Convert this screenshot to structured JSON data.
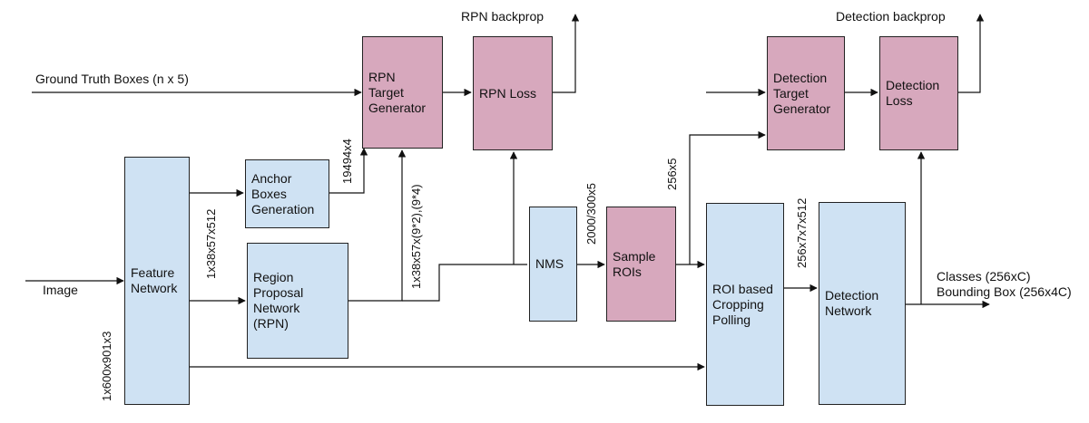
{
  "boxes": {
    "feature_network": {
      "lines": [
        "Feature",
        "Network"
      ],
      "color": "#cfe2f3"
    },
    "anchor_boxes": {
      "lines": [
        "Anchor",
        "Boxes",
        "Generation"
      ],
      "color": "#cfe2f3"
    },
    "rpn": {
      "lines": [
        "Region",
        "Proposal",
        "Network",
        "(RPN)"
      ],
      "color": "#cfe2f3"
    },
    "rpn_target": {
      "lines": [
        "RPN",
        "Target",
        "Generator"
      ],
      "color": "#d7a8bd"
    },
    "rpn_loss": {
      "lines": [
        "RPN Loss"
      ],
      "color": "#d7a8bd"
    },
    "nms": {
      "lines": [
        "NMS"
      ],
      "color": "#cfe2f3"
    },
    "sample_rois": {
      "lines": [
        "Sample",
        "ROIs"
      ],
      "color": "#d7a8bd"
    },
    "roi_pooling": {
      "lines": [
        "ROI based",
        "Cropping",
        "Polling"
      ],
      "color": "#cfe2f3"
    },
    "detection_network": {
      "lines": [
        "Detection",
        "Network"
      ],
      "color": "#cfe2f3"
    },
    "detection_target": {
      "lines": [
        "Detection",
        "Target",
        "Generator"
      ],
      "color": "#d7a8bd"
    },
    "detection_loss": {
      "lines": [
        "Detection",
        "Loss"
      ],
      "color": "#d7a8bd"
    }
  },
  "labels": {
    "ground_truth": "Ground Truth Boxes (n x 5)",
    "image": "Image",
    "rpn_backprop": "RPN backprop",
    "detection_backprop": "Detection backprop",
    "classes": "Classes (256xC)",
    "bounding_box": "Bounding Box (256x4C)"
  },
  "dimensions": {
    "image_dim": "1x600x901x3",
    "feature_dim": "1x38x57x512",
    "anchors_dim": "19494x4",
    "rpn_out_dim": "1x38x57x(9*2),(9*4)",
    "nms_dim": "2000/300x5",
    "rois_dim": "256x5",
    "pooled_dim": "256x7x7x512"
  }
}
